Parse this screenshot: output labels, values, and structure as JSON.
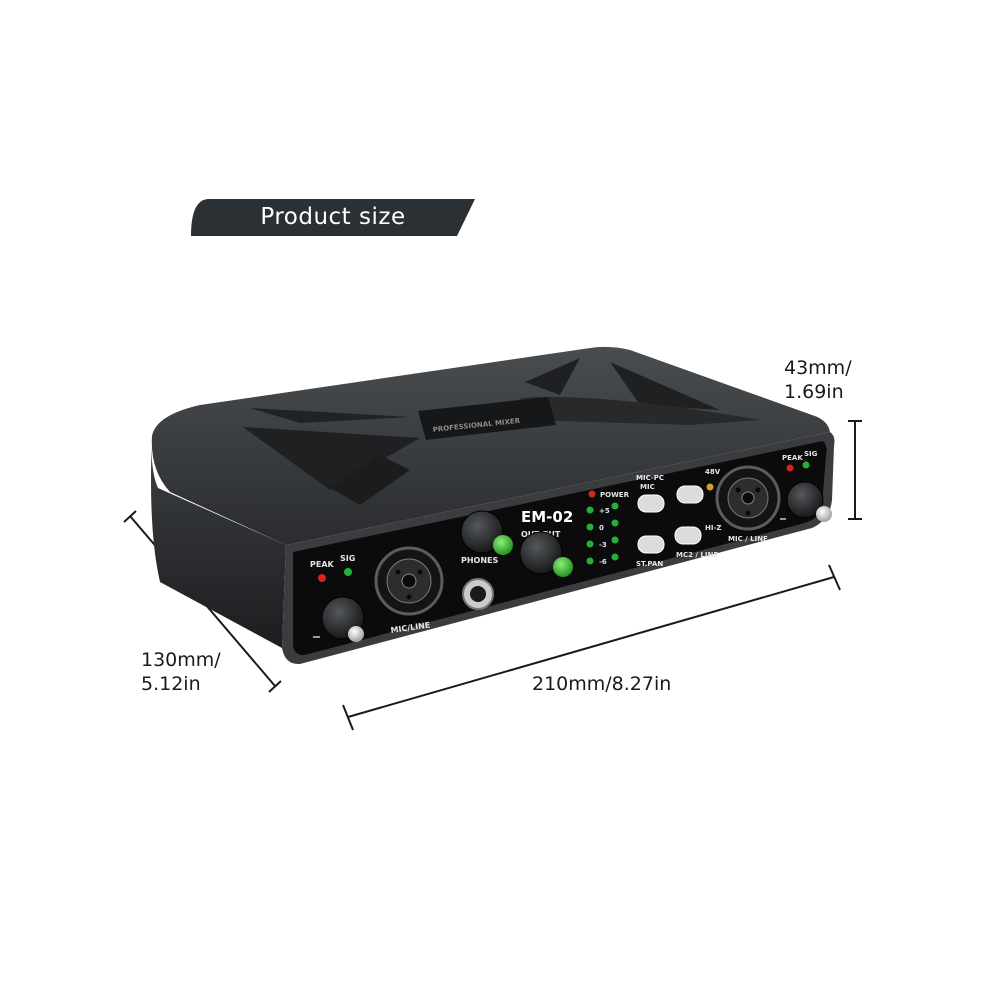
{
  "banner": {
    "title": "Product size"
  },
  "dimensions": {
    "height_mm": "43mm/",
    "height_in": "1.69in",
    "depth_mm": "130mm/",
    "depth_in": "5.12in",
    "width": "210mm/8.27in"
  },
  "device": {
    "top_label": "PROFESSIONAL MIXER",
    "model": "EM-02",
    "ch1": {
      "peak": "PEAK",
      "sig": "SIG",
      "input_label": "MIC/LINE"
    },
    "ch2": {
      "peak": "PEAK",
      "sig": "SIG",
      "input_label": "MIC / LINE"
    },
    "phones_label": "PHONES",
    "output_label": "OUT PUT",
    "power_label": "POWER",
    "meter_labels": [
      "+5",
      "0",
      "-3",
      "-6"
    ],
    "mic_pc_label": "MIC-PC",
    "mic_label": "MIC",
    "phantom_label": "48V",
    "hiz_label": "HI-Z",
    "stpan_label": "ST.PAN",
    "mc2_label": "MC2 / LINE",
    "colors": {
      "led_red": "#d8231f",
      "led_green": "#27b038",
      "knob_green": "#3cbf2f",
      "body": "#2f3133"
    }
  }
}
